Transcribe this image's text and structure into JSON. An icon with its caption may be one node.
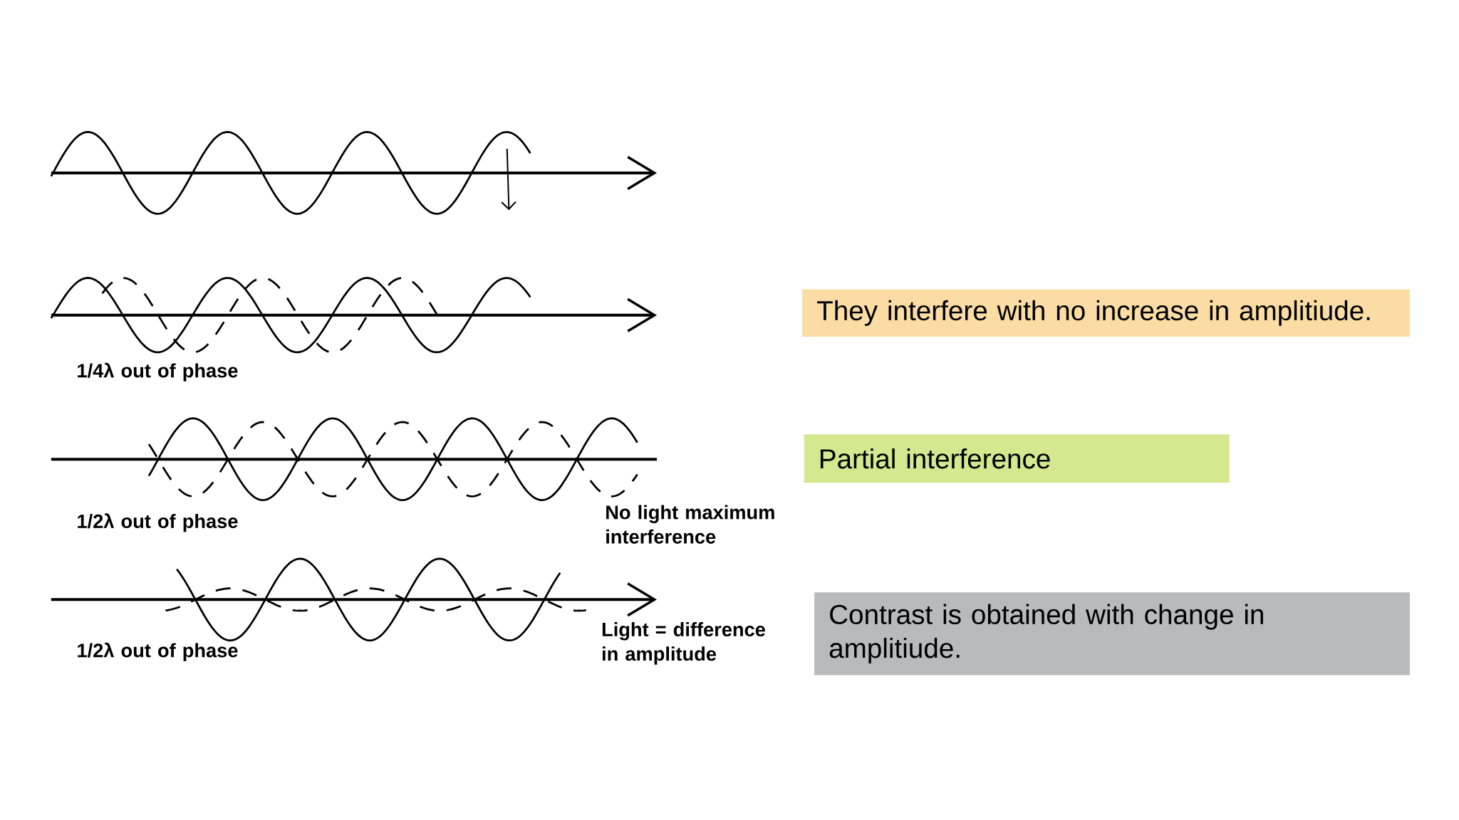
{
  "diagram": {
    "nodes": [
      {
        "text": [
          "They interfere with no increase in amplitiude."
        ]
      },
      {
        "text": [
          "Partial interference"
        ]
      },
      {
        "text": [
          "Contrast is obtained with change in amplitiude."
        ]
      }
    ],
    "labels": [
      "1/4λ out of phase",
      "1/2λ out of phase",
      "No light maximum interference",
      "1/2λ out of phase",
      "Light = difference in amplitude"
    ]
  }
}
